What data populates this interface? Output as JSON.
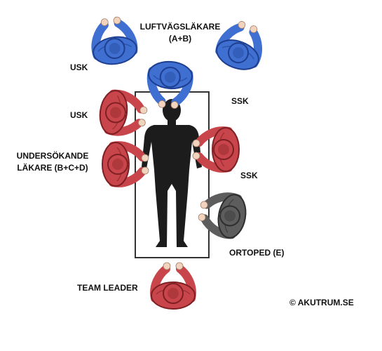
{
  "colors": {
    "blue": "#3f6fd0",
    "blue_dark": "#1e3f8f",
    "red": "#c8464b",
    "red_dark": "#7e1f23",
    "gray": "#5d5d5d",
    "gray_dark": "#2e2e2e",
    "skin": "#f2d3bd",
    "patient": "#1c1c1c"
  },
  "labels": {
    "airway_title": "LUFTVÄGSLÄKARE",
    "airway_sub": "(A+B)",
    "usk_top": "USK",
    "usk_mid": "USK",
    "ssk_top": "SSK",
    "ssk_mid": "SSK",
    "examining_1": "UNDERSÖKANDE",
    "examining_2": "LÄKARE (B+C+D)",
    "orthopedic": "ORTOPED (E)",
    "team_leader": "TEAM LEADER",
    "copyright": "© AKUTRUM.SE"
  }
}
